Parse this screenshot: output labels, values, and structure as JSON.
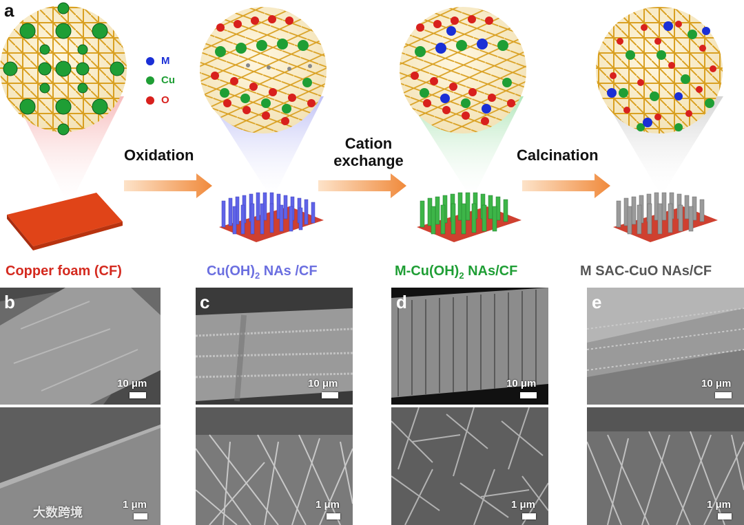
{
  "panel_a": {
    "letter": "a",
    "legend": [
      {
        "symbol": "M",
        "color": "#1a2fd6"
      },
      {
        "symbol": "Cu",
        "color": "#1f9e35"
      },
      {
        "symbol": "O",
        "color": "#d8201d"
      }
    ],
    "steps": {
      "oxidation": "Oxidation",
      "cation_line1": "Cation",
      "cation_line2": "exchange",
      "calcination": "Calcination"
    },
    "materials": {
      "cf": "Copper foam (CF)",
      "cuoh_prefix": "Cu(OH)",
      "cuoh_sub": "2",
      "cuoh_suffix": " NAs /CF",
      "mcuoh_prefix": "M-Cu(OH)",
      "mcuoh_sub": "2",
      "mcuoh_suffix": " NAs/CF",
      "sac": "M SAC-CuO NAs/CF"
    },
    "colors": {
      "cf": "#d42a1f",
      "cuoh": "#6b6fe0",
      "mcuoh": "#1f9e35",
      "sac": "#555555",
      "arrow": "#f0a060"
    }
  },
  "sem_panels": [
    {
      "letter": "b",
      "top_scale": "10 μm",
      "bottom_scale": "1 μm"
    },
    {
      "letter": "c",
      "top_scale": "10 μm",
      "bottom_scale": "1 μm"
    },
    {
      "letter": "d",
      "top_scale": "10 μm",
      "bottom_scale": "1 μm"
    },
    {
      "letter": "e",
      "top_scale": "10 μm",
      "bottom_scale": "1 μm"
    }
  ],
  "watermark": "大数跨境"
}
